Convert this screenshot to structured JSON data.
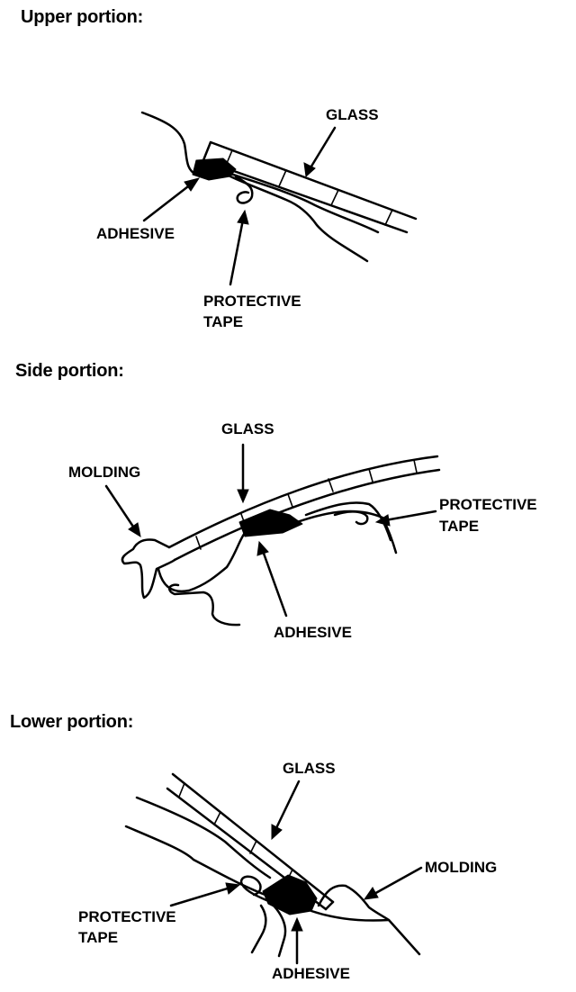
{
  "sections": {
    "upper": {
      "heading": "Upper portion:",
      "glass": "GLASS",
      "adhesive": "ADHESIVE",
      "tape_line1": "PROTECTIVE",
      "tape_line2": "TAPE"
    },
    "side": {
      "heading": "Side portion:",
      "glass": "GLASS",
      "molding": "MOLDING",
      "tape_line1": "PROTECTIVE",
      "tape_line2": "TAPE",
      "adhesive": "ADHESIVE"
    },
    "lower": {
      "heading": "Lower portion:",
      "glass": "GLASS",
      "molding": "MOLDING",
      "tape_line1": "PROTECTIVE",
      "tape_line2": "TAPE",
      "adhesive": "ADHESIVE"
    }
  }
}
